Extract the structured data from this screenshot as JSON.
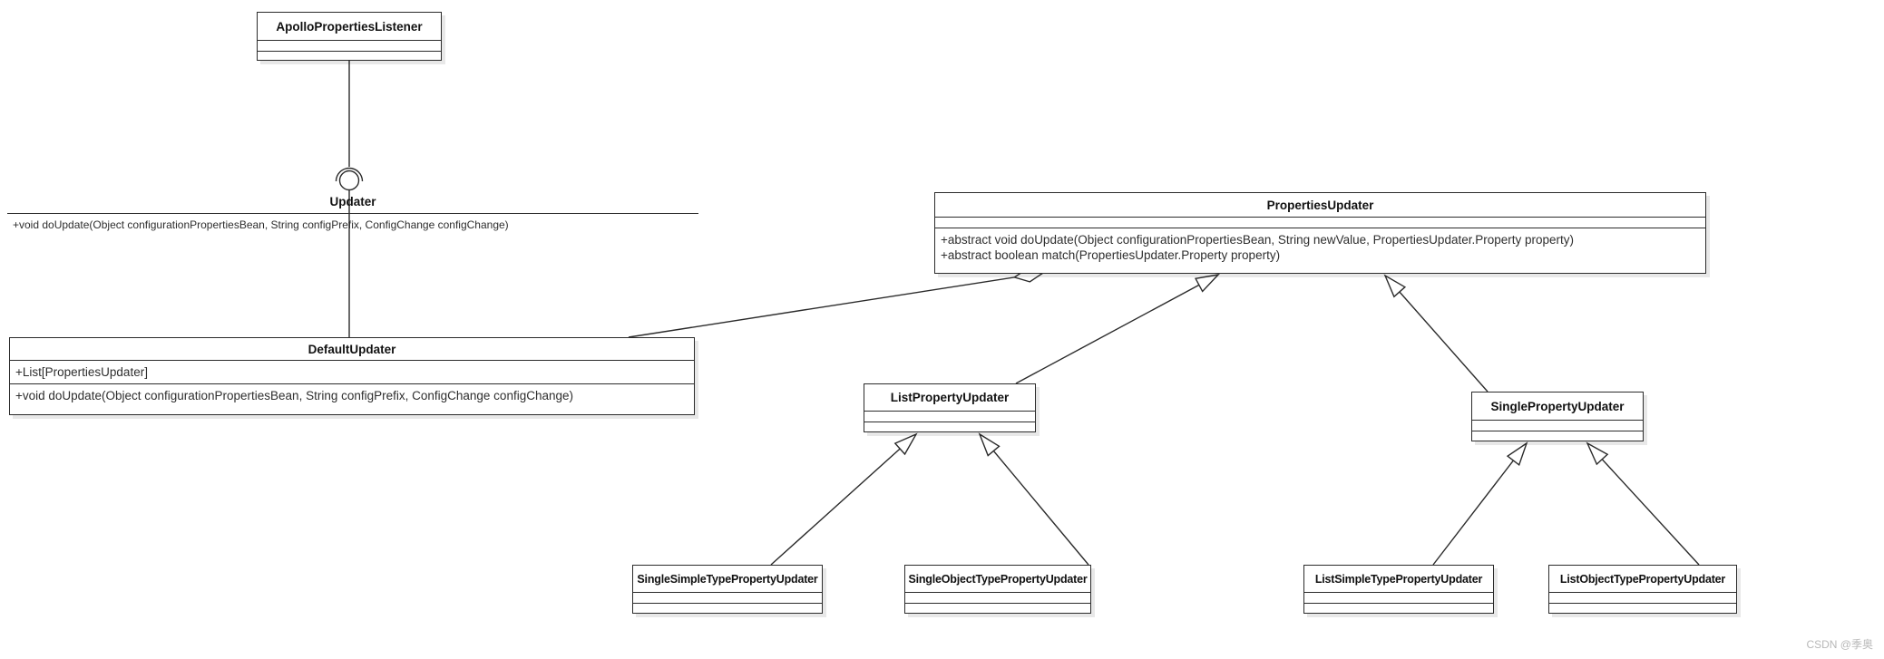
{
  "diagram": {
    "type": "uml-class-diagram",
    "background": "#ffffff"
  },
  "classes": {
    "apollo_properties_listener": {
      "name": "ApolloPropertiesListener",
      "attributes": [],
      "methods": []
    },
    "properties_updater": {
      "name": "PropertiesUpdater",
      "attributes": [],
      "methods": [
        "+abstract void doUpdate(Object configurationPropertiesBean, String newValue, PropertiesUpdater.Property property)",
        "+abstract boolean match(PropertiesUpdater.Property property)"
      ]
    },
    "default_updater": {
      "name": "DefaultUpdater",
      "attributes": [
        "+List[PropertiesUpdater]"
      ],
      "methods": [
        "+void doUpdate(Object configurationPropertiesBean, String configPrefix, ConfigChange configChange)"
      ]
    },
    "list_property_updater": {
      "name": "ListPropertyUpdater",
      "attributes": [],
      "methods": []
    },
    "single_property_updater": {
      "name": "SinglePropertyUpdater",
      "attributes": [],
      "methods": []
    },
    "single_simple_type_property_updater": {
      "name": "SingleSimpleTypePropertyUpdater",
      "attributes": [],
      "methods": []
    },
    "single_object_type_property_updater": {
      "name": "SingleObjectTypePropertyUpdater",
      "attributes": [],
      "methods": []
    },
    "list_simple_type_property_updater": {
      "name": "ListSimpleTypePropertyUpdater",
      "attributes": [],
      "methods": []
    },
    "list_object_type_property_updater": {
      "name": "ListObjectTypePropertyUpdater",
      "attributes": [],
      "methods": []
    }
  },
  "interface_lollipop": {
    "name": "Updater",
    "method": "+void doUpdate(Object configurationPropertiesBean, String configPrefix, ConfigChange configChange)"
  },
  "relationships": [
    {
      "type": "assembly-connector",
      "consumer": "ApolloPropertiesListener",
      "provider": "DefaultUpdater",
      "interface": "Updater"
    },
    {
      "type": "aggregation",
      "diamond_at": "PropertiesUpdater",
      "other_end": "DefaultUpdater"
    },
    {
      "type": "generalization",
      "child": "ListPropertyUpdater",
      "parent": "PropertiesUpdater"
    },
    {
      "type": "generalization",
      "child": "SinglePropertyUpdater",
      "parent": "PropertiesUpdater"
    },
    {
      "type": "generalization",
      "child": "SingleSimpleTypePropertyUpdater",
      "parent": "ListPropertyUpdater"
    },
    {
      "type": "generalization",
      "child": "SingleObjectTypePropertyUpdater",
      "parent": "ListPropertyUpdater"
    },
    {
      "type": "generalization",
      "child": "ListSimpleTypePropertyUpdater",
      "parent": "SinglePropertyUpdater"
    },
    {
      "type": "generalization",
      "child": "ListObjectTypePropertyUpdater",
      "parent": "SinglePropertyUpdater"
    }
  ],
  "watermark": "CSDN @季奥",
  "colors": {
    "line": "#2b2b2b",
    "box_border": "#2b2b2b",
    "box_background": "#ffffff",
    "shadow": "#e3e3e3",
    "text": "#1f1f1f",
    "watermark": "#b8b8b8"
  }
}
